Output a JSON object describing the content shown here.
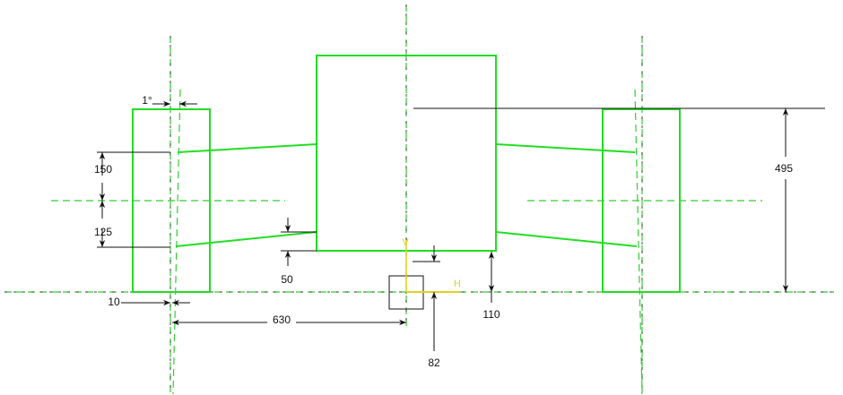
{
  "sketch": {
    "dimensions": {
      "angle": "1°",
      "d150": "150",
      "d125": "125",
      "d10": "10",
      "d630": "630",
      "d50": "50",
      "d110": "110",
      "d82": "82",
      "d495": "495"
    },
    "axes": {
      "h": "H",
      "v": "V"
    },
    "colors": {
      "geometry": "#22dd22",
      "dimension": "#111111",
      "axis": "#e0d020"
    }
  }
}
